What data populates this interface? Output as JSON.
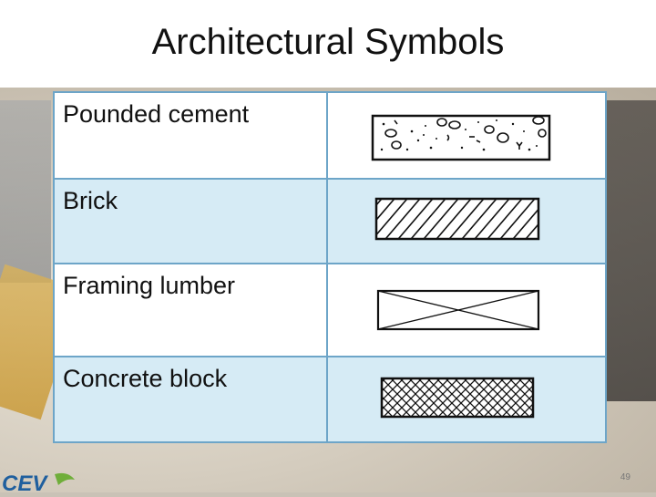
{
  "slide": {
    "title": "Architectural Symbols",
    "page_number": "49"
  },
  "table": {
    "rows": [
      {
        "label": "Pounded cement",
        "symbol": "pounded-cement-pattern"
      },
      {
        "label": "Brick",
        "symbol": "diagonal-hatch-pattern"
      },
      {
        "label": "Framing lumber",
        "symbol": "x-cross-box"
      },
      {
        "label": "Concrete block",
        "symbol": "cross-hatch-pattern"
      }
    ]
  },
  "logo": {
    "text": "CEV",
    "colors": {
      "primary": "#1f5f9e",
      "accent": "#6fae3a"
    }
  },
  "colors": {
    "table_border": "#6da5c8",
    "alt_row": "#d6ebf5"
  }
}
